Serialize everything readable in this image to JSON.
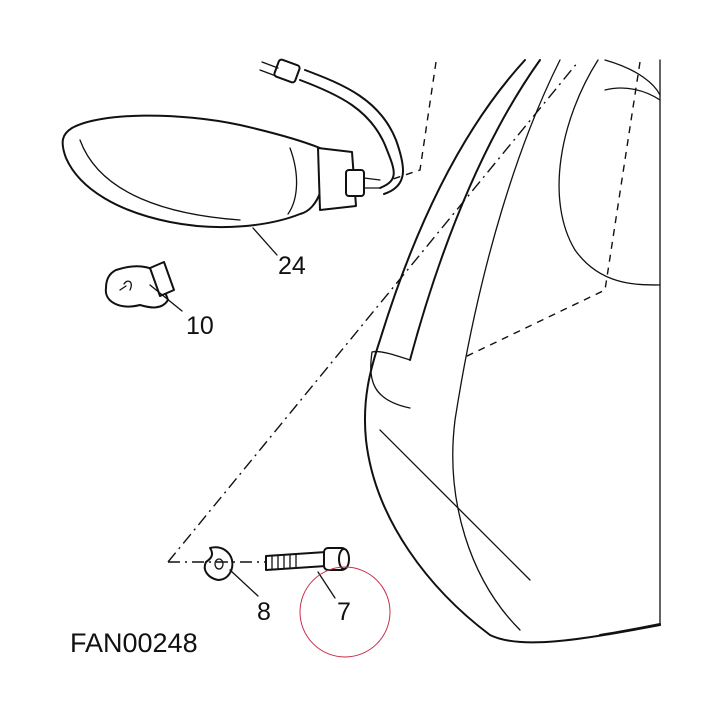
{
  "figure_code": "FAN00248",
  "callouts": {
    "turn_signal": "24",
    "bulb": "10",
    "washer": "8",
    "bolt": "7"
  },
  "colors": {
    "line": "#111111",
    "highlight_circle": "#c8324a",
    "background": "#ffffff"
  }
}
